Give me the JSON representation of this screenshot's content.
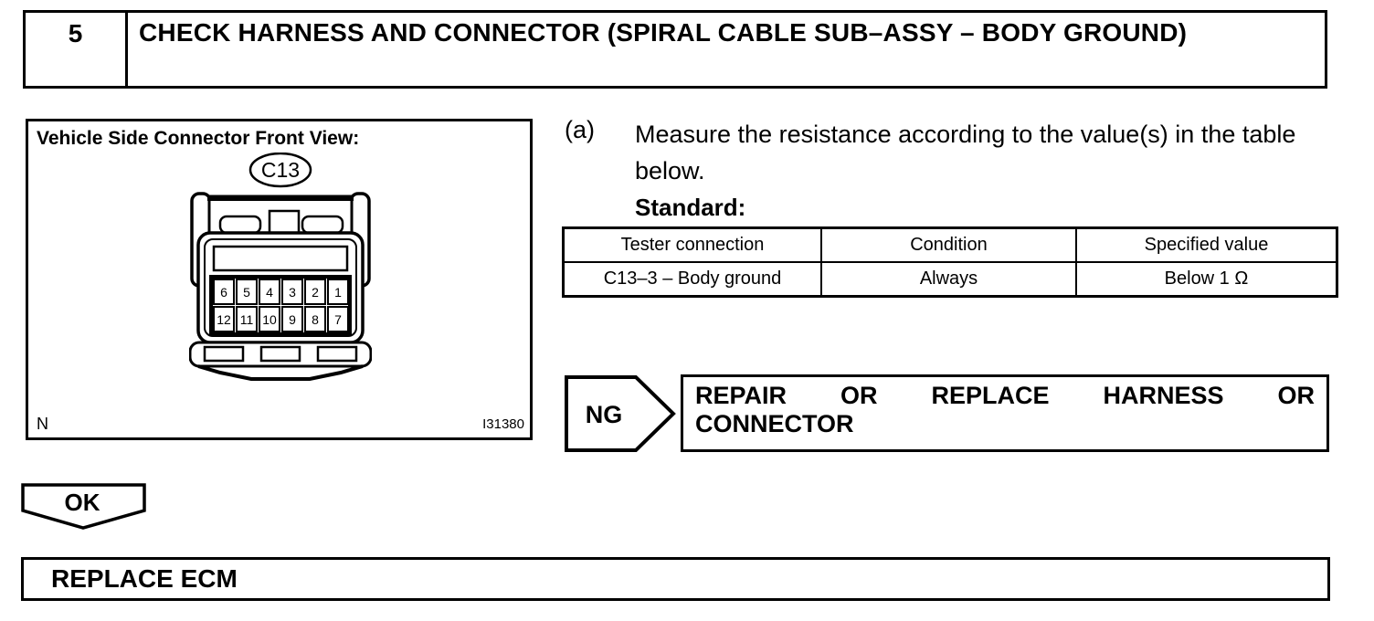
{
  "step": {
    "number": "5",
    "title": "CHECK HARNESS AND CONNECTOR (SPIRAL CABLE SUB–ASSY – BODY GROUND)"
  },
  "figure": {
    "caption": "Vehicle Side Connector Front View:",
    "connector_label": "C13",
    "pins_top": [
      "6",
      "5",
      "4",
      "3",
      "2",
      "1"
    ],
    "pins_bottom": [
      "12",
      "11",
      "10",
      "9",
      "8",
      "7"
    ],
    "corner_label": "N",
    "figure_id": "I31380"
  },
  "instruction": {
    "marker": "(a)",
    "text": "Measure the resistance according to the value(s) in the table below.",
    "standard_label": "Standard:"
  },
  "table": {
    "headers": [
      "Tester connection",
      "Condition",
      "Specified value"
    ],
    "rows": [
      [
        "C13–3 – Body ground",
        "Always",
        "Below 1 Ω"
      ]
    ]
  },
  "ng": {
    "label": "NG",
    "result_line1": "REPAIR OR REPLACE HARNESS OR",
    "result_line2": "CONNECTOR"
  },
  "ok": {
    "label": "OK"
  },
  "final": {
    "label": "REPLACE ECM"
  }
}
